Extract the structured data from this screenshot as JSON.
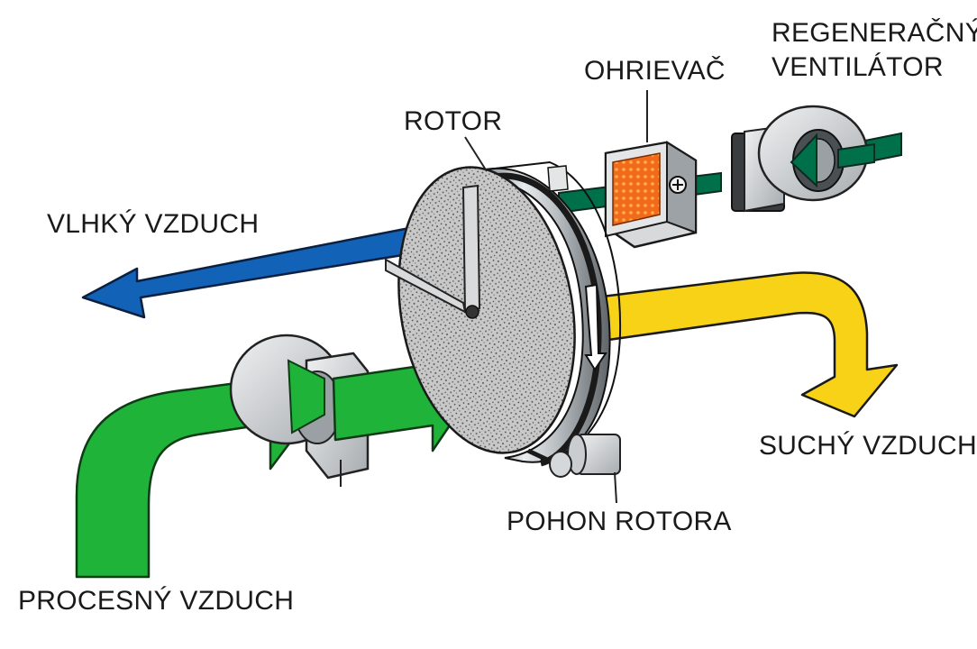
{
  "labels": {
    "regen_fan_line1": "REGENERAČNÝ",
    "regen_fan_line2": "VENTILÁTOR",
    "heater": "OHRIEVAČ",
    "rotor": "ROTOR",
    "humid_air": "VLHKÝ VZDUCH",
    "dry_air": "SUCHÝ VZDUCH",
    "rotor_drive": "POHON ROTORA",
    "process_air": "PROCESNÝ VZDUCH"
  },
  "icons": {
    "heater_terminal": "plus-icon"
  },
  "colors": {
    "process_air": "#1fb33a",
    "regen_air": "#00704a",
    "humid_air": "#1262b8",
    "dry_air": "#f7d217",
    "heater_core": "#f26a1b",
    "metal": "#bfc3c6"
  }
}
